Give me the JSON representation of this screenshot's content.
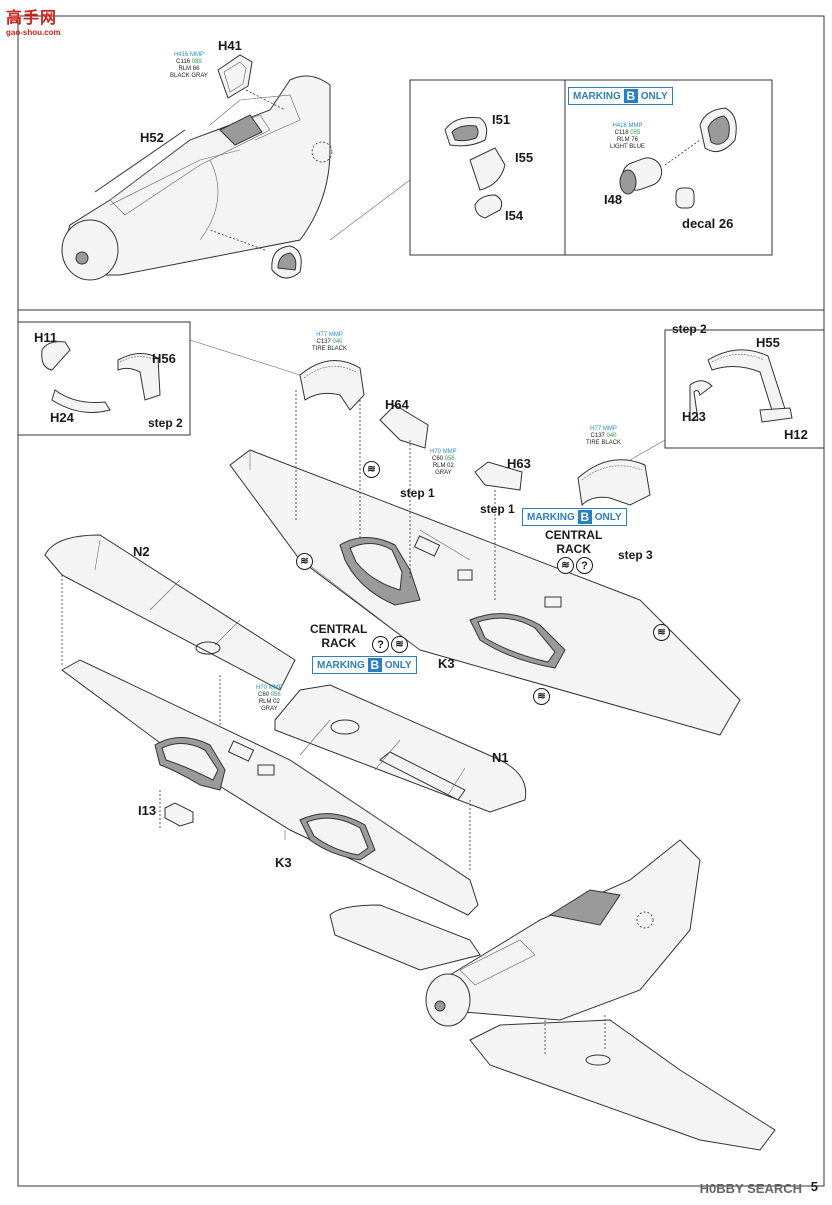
{
  "logo": {
    "text": "高手网",
    "subtext": "gao-shou.com"
  },
  "watermark": "H0BBY SEARCH",
  "page_number": "5",
  "parts": {
    "h41": "H41",
    "h52": "H52",
    "i51": "I51",
    "i55": "I55",
    "i54": "I54",
    "i48": "I48",
    "decal26": "decal 26",
    "h11": "H11",
    "h56": "H56",
    "h24": "H24",
    "h64": "H64",
    "h63": "H63",
    "h55": "H55",
    "h23": "H23",
    "h12": "H12",
    "n2": "N2",
    "n1": "N1",
    "k3_right": "K3",
    "k3_left": "K3",
    "i13": "I13"
  },
  "steps": {
    "step2_left": "step 2",
    "step2_right": "step 2",
    "step1_a": "step 1",
    "step1_b": "step 1",
    "step3": "step 3"
  },
  "racks": {
    "central_rack_right_1": "CENTRAL",
    "central_rack_right_2": "RACK",
    "central_rack_mid_1": "CENTRAL",
    "central_rack_mid_2": "RACK"
  },
  "marking_badges": {
    "top": {
      "prefix": "MARKING",
      "letter": "B",
      "suffix": "ONLY"
    },
    "right": {
      "prefix": "MARKING",
      "letter": "B",
      "suffix": "ONLY"
    },
    "mid": {
      "prefix": "MARKING",
      "letter": "B",
      "suffix": "ONLY"
    }
  },
  "color_callouts": {
    "h41": {
      "h": "H416",
      "mmp": "MMP",
      "c": "C116",
      "num": "089",
      "rlm": "RLM 66",
      "name": "BLACK GRAY"
    },
    "i48": {
      "h": "H416",
      "mmp": "MMP",
      "c": "C118",
      "num": "055",
      "rlm": "RLM 76",
      "name": "LIGHT BLUE"
    },
    "wheel_left": {
      "h": "H77",
      "mmp": "MMP",
      "c": "C137",
      "num": "040",
      "rlm": "",
      "name": "TIRE BLACK"
    },
    "h64": {
      "h": "H70",
      "mmp": "MMP",
      "c": "C60",
      "num": "056",
      "rlm": "RLM 02",
      "name": "GRAY"
    },
    "wheel_right": {
      "h": "H77",
      "mmp": "MMP",
      "c": "C137",
      "num": "040",
      "rlm": "",
      "name": "TIRE BLACK"
    },
    "wing_mid": {
      "h": "H70",
      "mmp": "MMP",
      "c": "C60",
      "num": "056",
      "rlm": "RLM 02",
      "name": "GRAY"
    }
  },
  "symbols": {
    "question": "?"
  }
}
